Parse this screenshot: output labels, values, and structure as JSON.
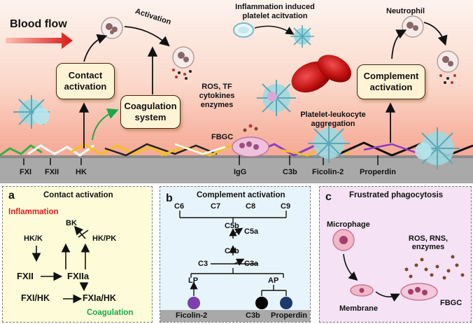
{
  "top": {
    "blood_flow": "Blood flow",
    "activation": "Activation",
    "inflammation_platelet": "Inflammation induced platelet acitvation",
    "neutrophil": "Neutrophil",
    "contact_activation": "Contact activation",
    "coagulation_system": "Coagulation system",
    "ros_tf": "ROS, TF cytokines enzymes",
    "complement_activation": "Complement activation",
    "platelet_leukocyte": "Platelet-leukocyte aggregation",
    "fbgc": "FBGC",
    "surface_labels": [
      "FXI",
      "FXII",
      "HK",
      "IgG",
      "C3b",
      "Ficolin-2",
      "Properdin"
    ]
  },
  "panel_a": {
    "letter": "a",
    "title": "Contact activation",
    "inflammation": "Inflammation",
    "coagulation": "Coagulation",
    "bk": "BK",
    "hkk": "HK/K",
    "hkpk": "HK/PK",
    "fxii": "FXII",
    "fxiia": "FXIIa",
    "fxihk": "FXI/HK",
    "fxiahk": "FXIa/HK",
    "colors": {
      "inflammation": "#e02020",
      "coagulation": "#1aa84a",
      "background": "#fdfbd8"
    }
  },
  "panel_b": {
    "letter": "b",
    "title": "Complement activation",
    "c6": "C6",
    "c7": "C7",
    "c8": "C8",
    "c9": "C9",
    "c5b": "C5b",
    "c5a": "C5a",
    "c3b": "C3b",
    "c3": "C3",
    "c3a": "C3a",
    "lp": "LP",
    "ap": "AP",
    "bottom": [
      "Ficolin-2",
      "C3b",
      "Properdin"
    ],
    "colors": {
      "ficolin": "#7b3fae",
      "c3b": "#000000",
      "properdin": "#1d3a6e",
      "background": "#e8f4fb"
    }
  },
  "panel_c": {
    "letter": "c",
    "title": "Frustrated phagocytosis",
    "microphage": "Microphage",
    "ros_rns": "ROS, RNS, enzymes",
    "membrane": "Membrane",
    "fbgc": "FBGC",
    "colors": {
      "background": "#f5e2f5"
    }
  }
}
